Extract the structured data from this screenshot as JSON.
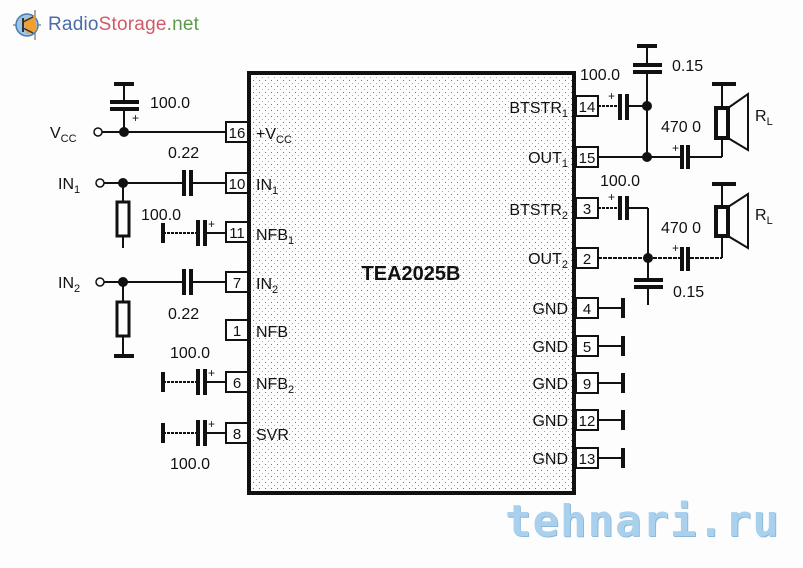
{
  "header": {
    "site_name_part1": "Radio",
    "site_name_part2": "Storage",
    "site_name_part3": ".net",
    "logo_icon": "transistor-logo-icon"
  },
  "watermark": "tehnari.ru",
  "chip": {
    "name": "TEA2025B",
    "left_pins": [
      {
        "num": "16",
        "name": "+V",
        "sub": "CC"
      },
      {
        "num": "10",
        "name": "IN",
        "sub": "1"
      },
      {
        "num": "11",
        "name": "NFB",
        "sub": "1"
      },
      {
        "num": "7",
        "name": "IN",
        "sub": "2"
      },
      {
        "num": "1",
        "name": "NFB",
        "sub": ""
      },
      {
        "num": "6",
        "name": "NFB",
        "sub": "2"
      },
      {
        "num": "8",
        "name": "SVR",
        "sub": ""
      }
    ],
    "right_pins": [
      {
        "num": "14",
        "name": "BTSTR",
        "sub": "1"
      },
      {
        "num": "15",
        "name": "OUT",
        "sub": "1"
      },
      {
        "num": "3",
        "name": "BTSTR",
        "sub": "2"
      },
      {
        "num": "2",
        "name": "OUT",
        "sub": "2"
      },
      {
        "num": "4",
        "name": "GND",
        "sub": ""
      },
      {
        "num": "5",
        "name": "GND",
        "sub": ""
      },
      {
        "num": "9",
        "name": "GND",
        "sub": ""
      },
      {
        "num": "12",
        "name": "GND",
        "sub": ""
      },
      {
        "num": "13",
        "name": "GND",
        "sub": ""
      }
    ]
  },
  "terminals": {
    "vcc": {
      "name": "V",
      "sub": "CC"
    },
    "in1": {
      "name": "IN",
      "sub": "1"
    },
    "in2": {
      "name": "IN",
      "sub": "2"
    }
  },
  "components": {
    "c_vcc": "100.0",
    "c_in1": "0.22",
    "c_nfb1": "100.0",
    "c_in2": "0.22",
    "c_nfb2": "100.0",
    "c_svr": "100.0",
    "c_btstr1": "100.0",
    "c_out1_snub": "0.15",
    "c_out1": "470 0",
    "c_btstr2": "100.0",
    "c_out2_snub": "0.15",
    "c_out2": "470 0",
    "load1": {
      "name": "R",
      "sub": "L"
    },
    "load2": {
      "name": "R",
      "sub": "L"
    },
    "plus": "+"
  }
}
